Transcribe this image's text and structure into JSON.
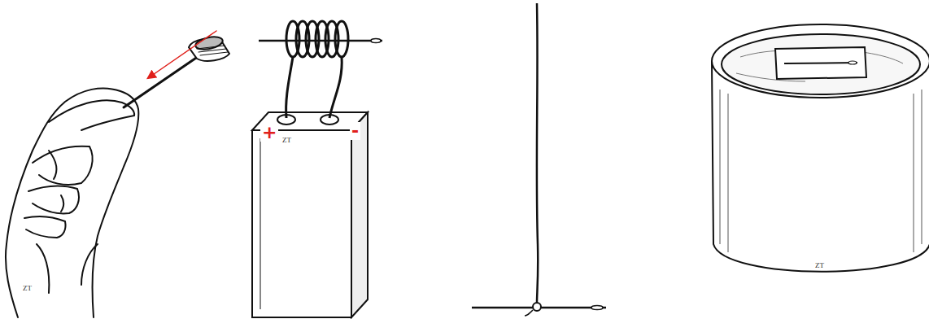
{
  "diagram": {
    "labels": [
      "+",
      "-",
      "ZT",
      "ZT",
      "ZT"
    ]
  }
}
